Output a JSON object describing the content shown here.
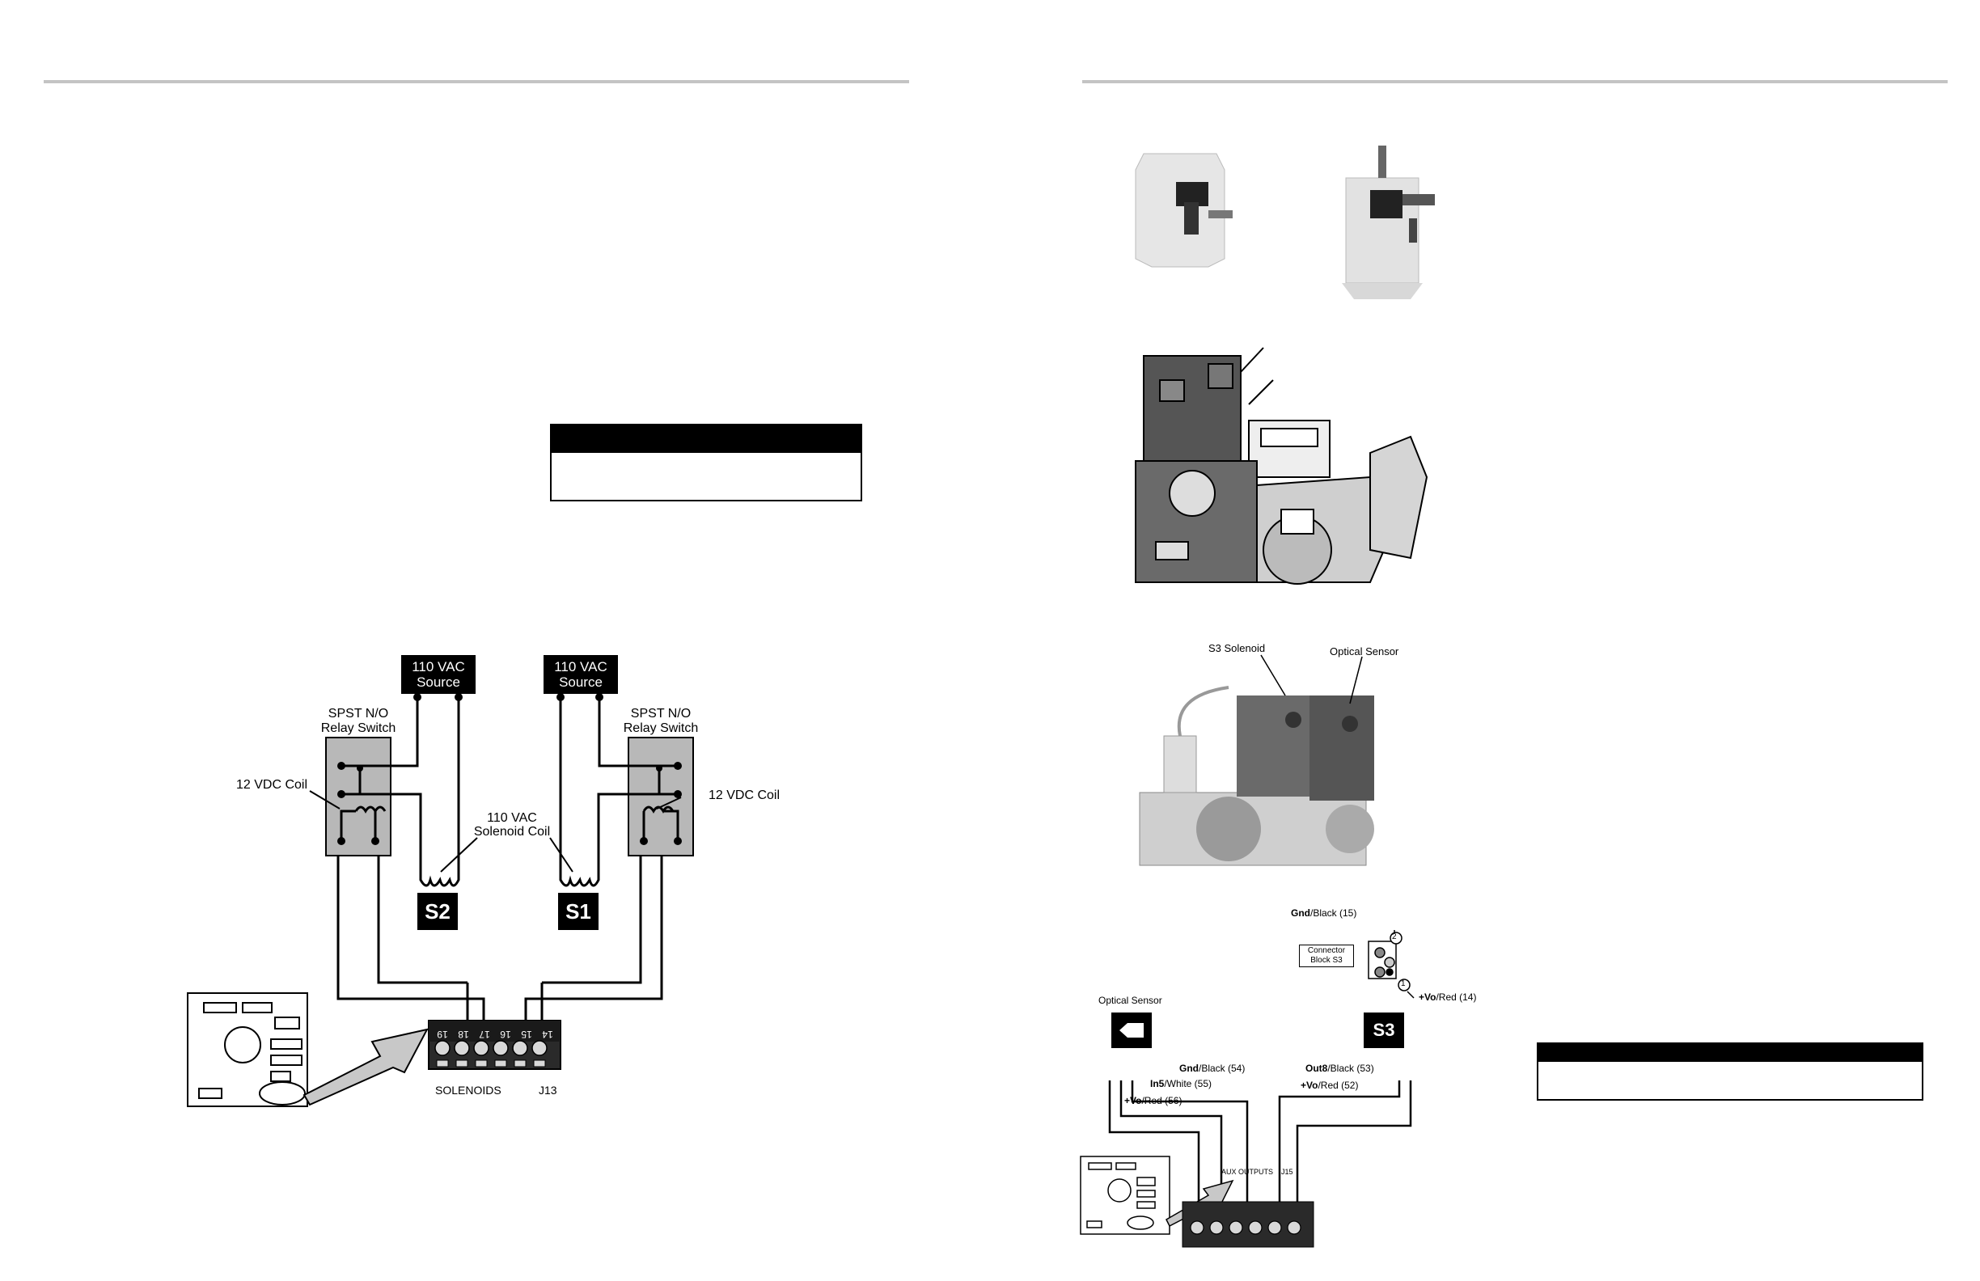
{
  "relay_diagram": {
    "source_left": {
      "line1": "110 VAC",
      "line2": "Source"
    },
    "source_right": {
      "line1": "110 VAC",
      "line2": "Source"
    },
    "relay_left": {
      "line1": "SPST N/O",
      "line2": "Relay Switch"
    },
    "relay_right": {
      "line1": "SPST N/O",
      "line2": "Relay Switch"
    },
    "coil_left": "12 VDC Coil",
    "coil_right": "12 VDC Coil",
    "solenoid_coil": {
      "line1": "110 VAC",
      "line2": "Solenoid Coil"
    },
    "s2": "S2",
    "s1": "S1",
    "terminals": [
      "19",
      "18",
      "17",
      "16",
      "15",
      "14"
    ],
    "block_label": "SOLENOIDS",
    "block_id": "J13"
  },
  "photo_labels": {
    "s3_solenoid": "S3 Solenoid",
    "optical_sensor": "Optical Sensor"
  },
  "aux_diagram": {
    "gnd_black_15": {
      "bold": "Gnd",
      "rest": "/Black (15)"
    },
    "connector_block": {
      "line1": "Connector",
      "line2": "Block S3"
    },
    "vo_red_14": {
      "bold": "+Vo",
      "rest": "/Red (14)"
    },
    "pin2": "2",
    "pin1": "1",
    "optical_sensor": "Optical Sensor",
    "s3": "S3",
    "gnd_black_54": {
      "bold": "Gnd",
      "rest": "/Black (54)"
    },
    "in5_white_55": {
      "bold": "In5",
      "rest": "/White (55)"
    },
    "vo_red_56": {
      "bold": "+Vo",
      "rest": "/Red (56)"
    },
    "out8_black_53": {
      "bold": "Out8",
      "rest": "/Black (53)"
    },
    "vo_red_52": {
      "bold": "+Vo",
      "rest": "/Red (52)"
    },
    "block_label": "AUX OUTPUTS",
    "block_id": "J15"
  }
}
